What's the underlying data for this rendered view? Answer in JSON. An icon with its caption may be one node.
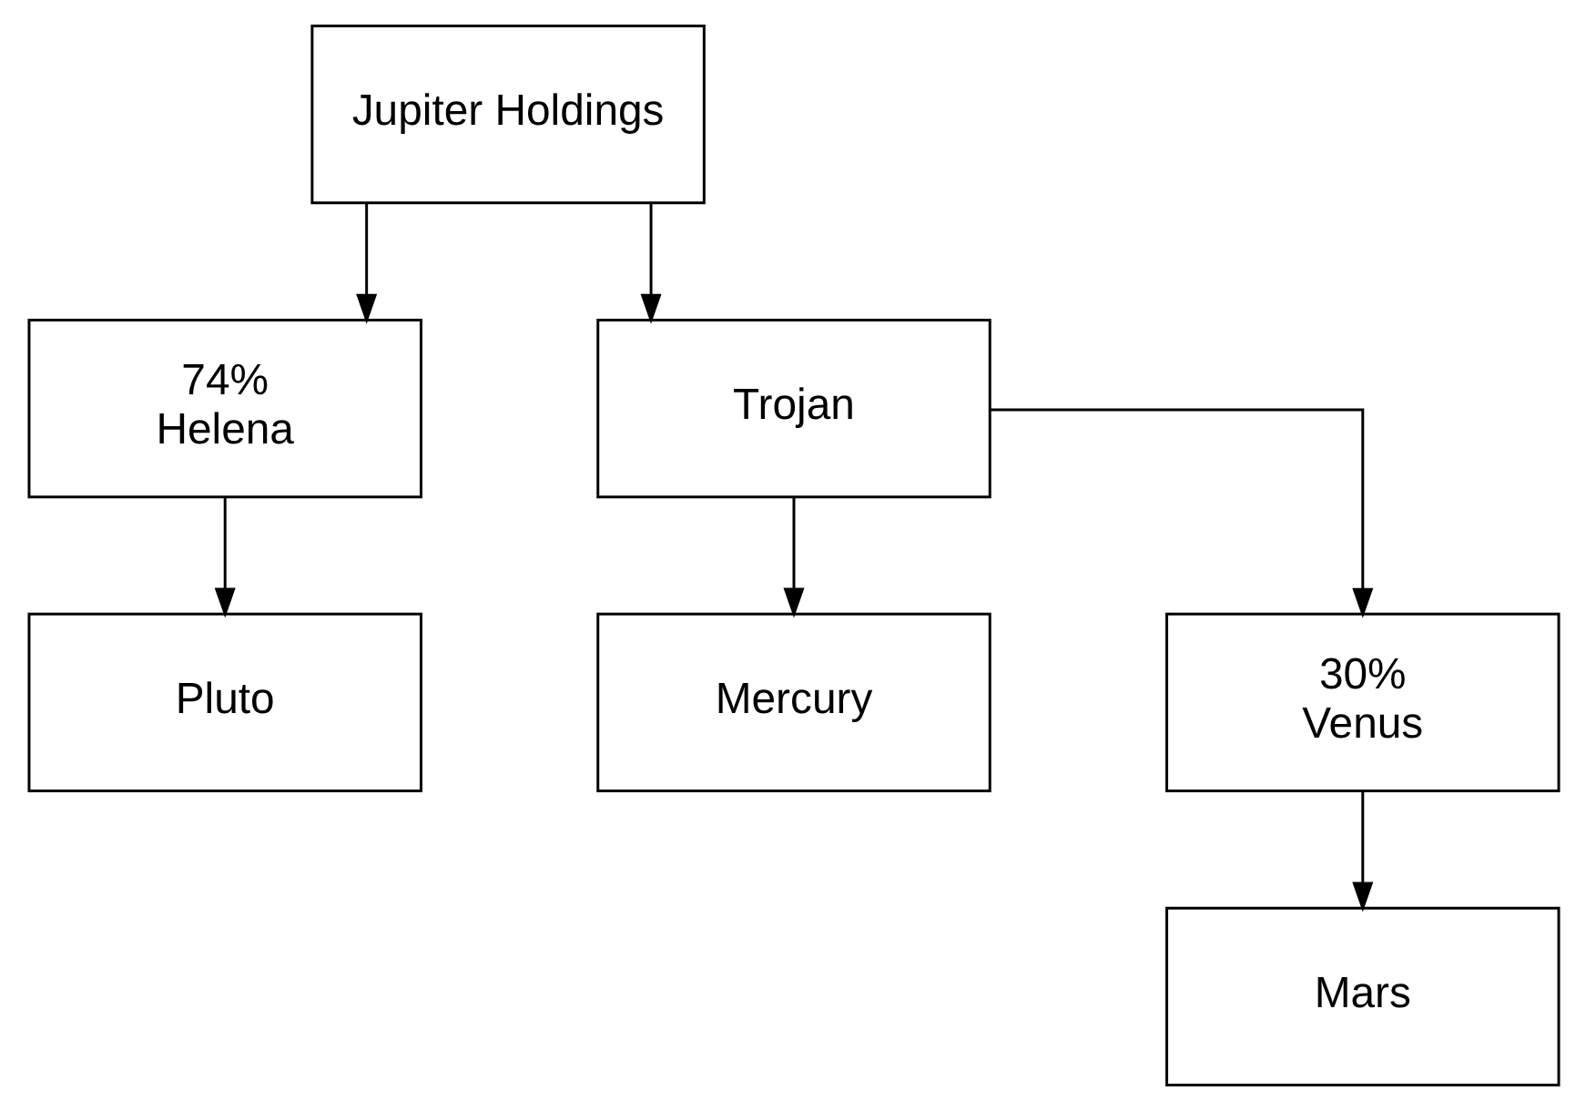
{
  "diagram": {
    "nodes": [
      {
        "text": [
          "Jupiter Holdings"
        ]
      },
      {
        "text": [
          "74%",
          "Helena"
        ]
      },
      {
        "text": [
          "Trojan"
        ]
      },
      {
        "text": [
          "Pluto"
        ]
      },
      {
        "text": [
          "Mercury"
        ]
      },
      {
        "text": [
          "30%",
          "Venus"
        ]
      },
      {
        "text": [
          "Mars"
        ]
      }
    ],
    "edges": [
      {
        "from": 0,
        "to": 1,
        "arrow": "to"
      },
      {
        "from": 0,
        "to": 2,
        "arrow": "to"
      },
      {
        "from": 1,
        "to": 3,
        "arrow": "to"
      },
      {
        "from": 2,
        "to": 4,
        "arrow": "to"
      },
      {
        "from": 2,
        "to": 5,
        "arrow": "to"
      },
      {
        "from": 5,
        "to": 6,
        "arrow": "to"
      }
    ]
  }
}
